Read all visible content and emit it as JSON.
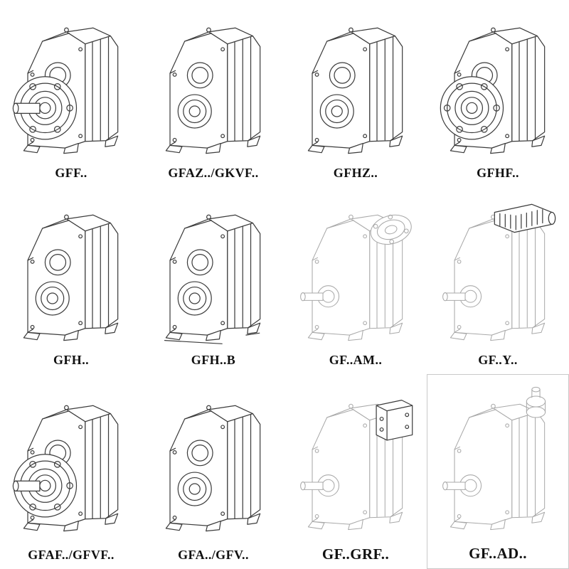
{
  "page": {
    "background": "#ffffff",
    "line_color": "#3c3c3c",
    "faint_line_color": "#a9a9a9"
  },
  "grid": {
    "rows": 3,
    "cols": 4,
    "items": [
      {
        "label": "GFF..",
        "drawing": "gearbox-flange-shaft-drawing"
      },
      {
        "label": "GFAZ../GKVF..",
        "drawing": "gearbox-hollow-shaft-drawing"
      },
      {
        "label": "GFHZ..",
        "drawing": "gearbox-hollow-shaft-drawing"
      },
      {
        "label": "GFHF..",
        "drawing": "gearbox-flange-drawing"
      },
      {
        "label": "GFH..",
        "drawing": "gearbox-hollow-shaft-drawing"
      },
      {
        "label": "GFH..B",
        "drawing": "gearbox-hollow-shaft-base-drawing"
      },
      {
        "label": "GF..AM..",
        "drawing": "gearbox-input-flange-outline-drawing"
      },
      {
        "label": "GF..Y..",
        "drawing": "gearbox-with-motor-outline-drawing"
      },
      {
        "label": "GFAF../GFVF..",
        "drawing": "gearbox-flange-shaft-drawing"
      },
      {
        "label": "GFA../GFV..",
        "drawing": "gearbox-hollow-shaft-drawing"
      },
      {
        "label": "GF..GRF..",
        "drawing": "gearbox-adapter-outline-drawing"
      },
      {
        "label": "GF..AD..",
        "drawing": "gearbox-input-shaft-outline-drawing"
      }
    ]
  }
}
